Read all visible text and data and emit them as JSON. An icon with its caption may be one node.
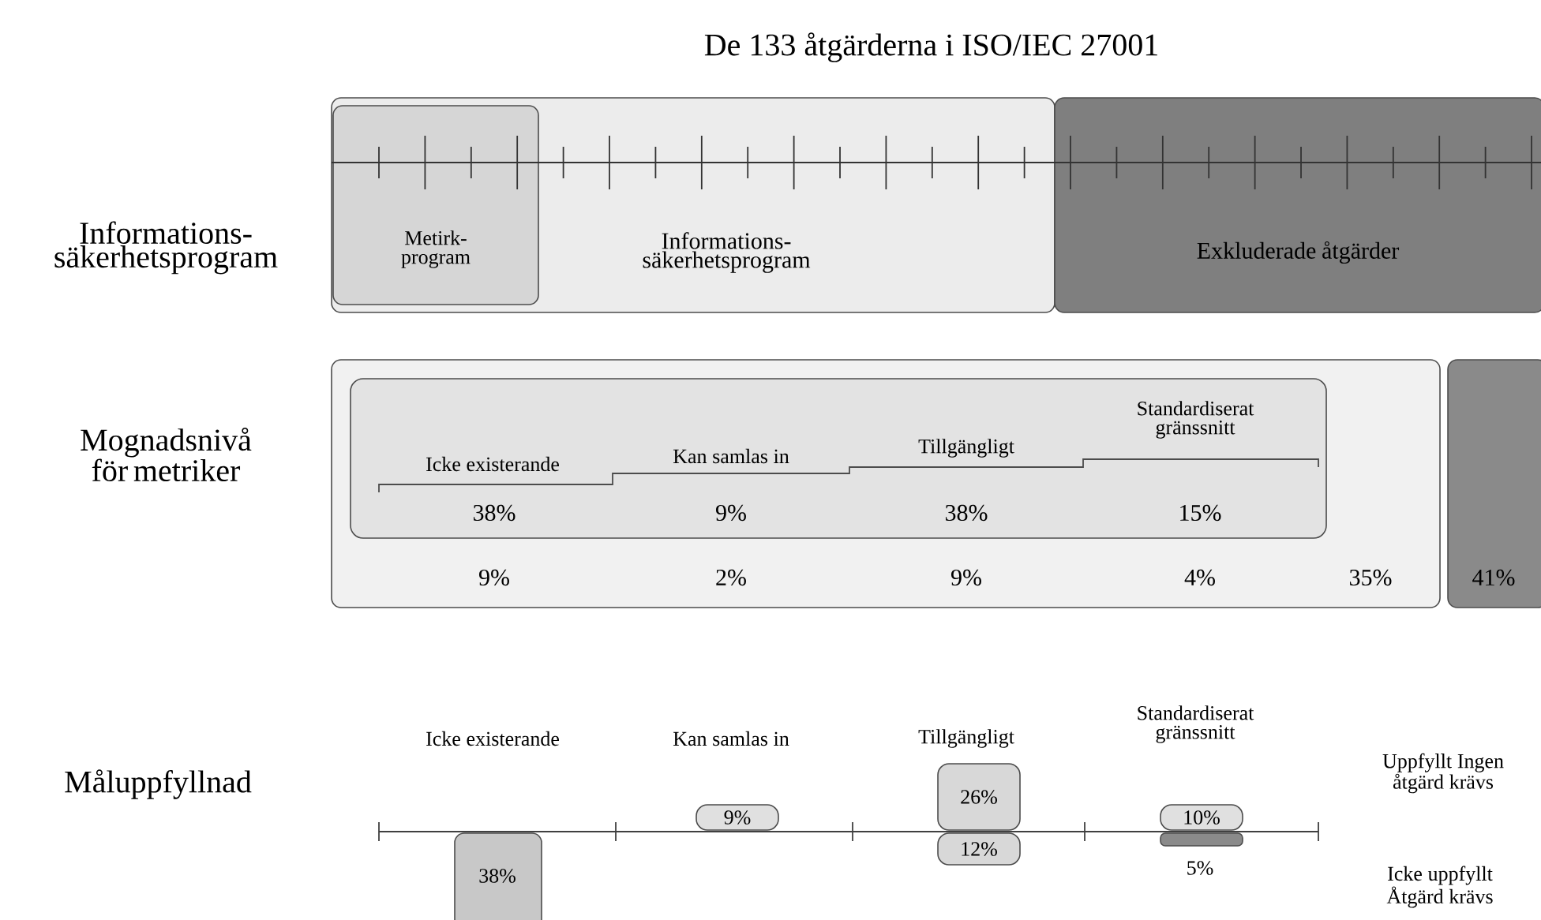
{
  "diagram": {
    "title": "De 133 åtgärderna i ISO/IEC 27001",
    "nodes": [
      {
        "text": [
          "Informations- säkerhetsprogram"
        ]
      },
      {
        "text": [
          "Metirk- program"
        ],
        "in": 0
      },
      {
        "text": [
          "Exkluderade åtgärder"
        ]
      },
      {
        "text": [
          "9%",
          "2%",
          "9%",
          "4%",
          "35%"
        ]
      },
      {
        "text": [
          "Icke existerande",
          "Kan samlas in",
          "Tillgängligt",
          "Standardiserat gränssnitt",
          "38%",
          "9%",
          "38%",
          "15%"
        ],
        "in": 3
      },
      {
        "text": [
          "41%"
        ]
      },
      {
        "text": [
          "9%"
        ]
      },
      {
        "text": [
          "26%"
        ]
      },
      {
        "text": [
          "10%"
        ]
      },
      {
        "text": [
          "12%"
        ]
      },
      {
        "text": [],
        "shape": "bar"
      },
      {
        "text": [
          "38%"
        ]
      }
    ],
    "labels": [
      "Informations- säkerhetsprogram",
      "Mognadsnivå för metriker",
      "Icke existerande",
      "Kan samlas in",
      "Tillgängligt",
      "Standardiserat gränssnitt",
      "Uppfyllt Ingen åtgärd krävs",
      "Måluppfyllnad",
      "5%",
      "Icke uppfyllt Åtgärd krävs"
    ]
  }
}
